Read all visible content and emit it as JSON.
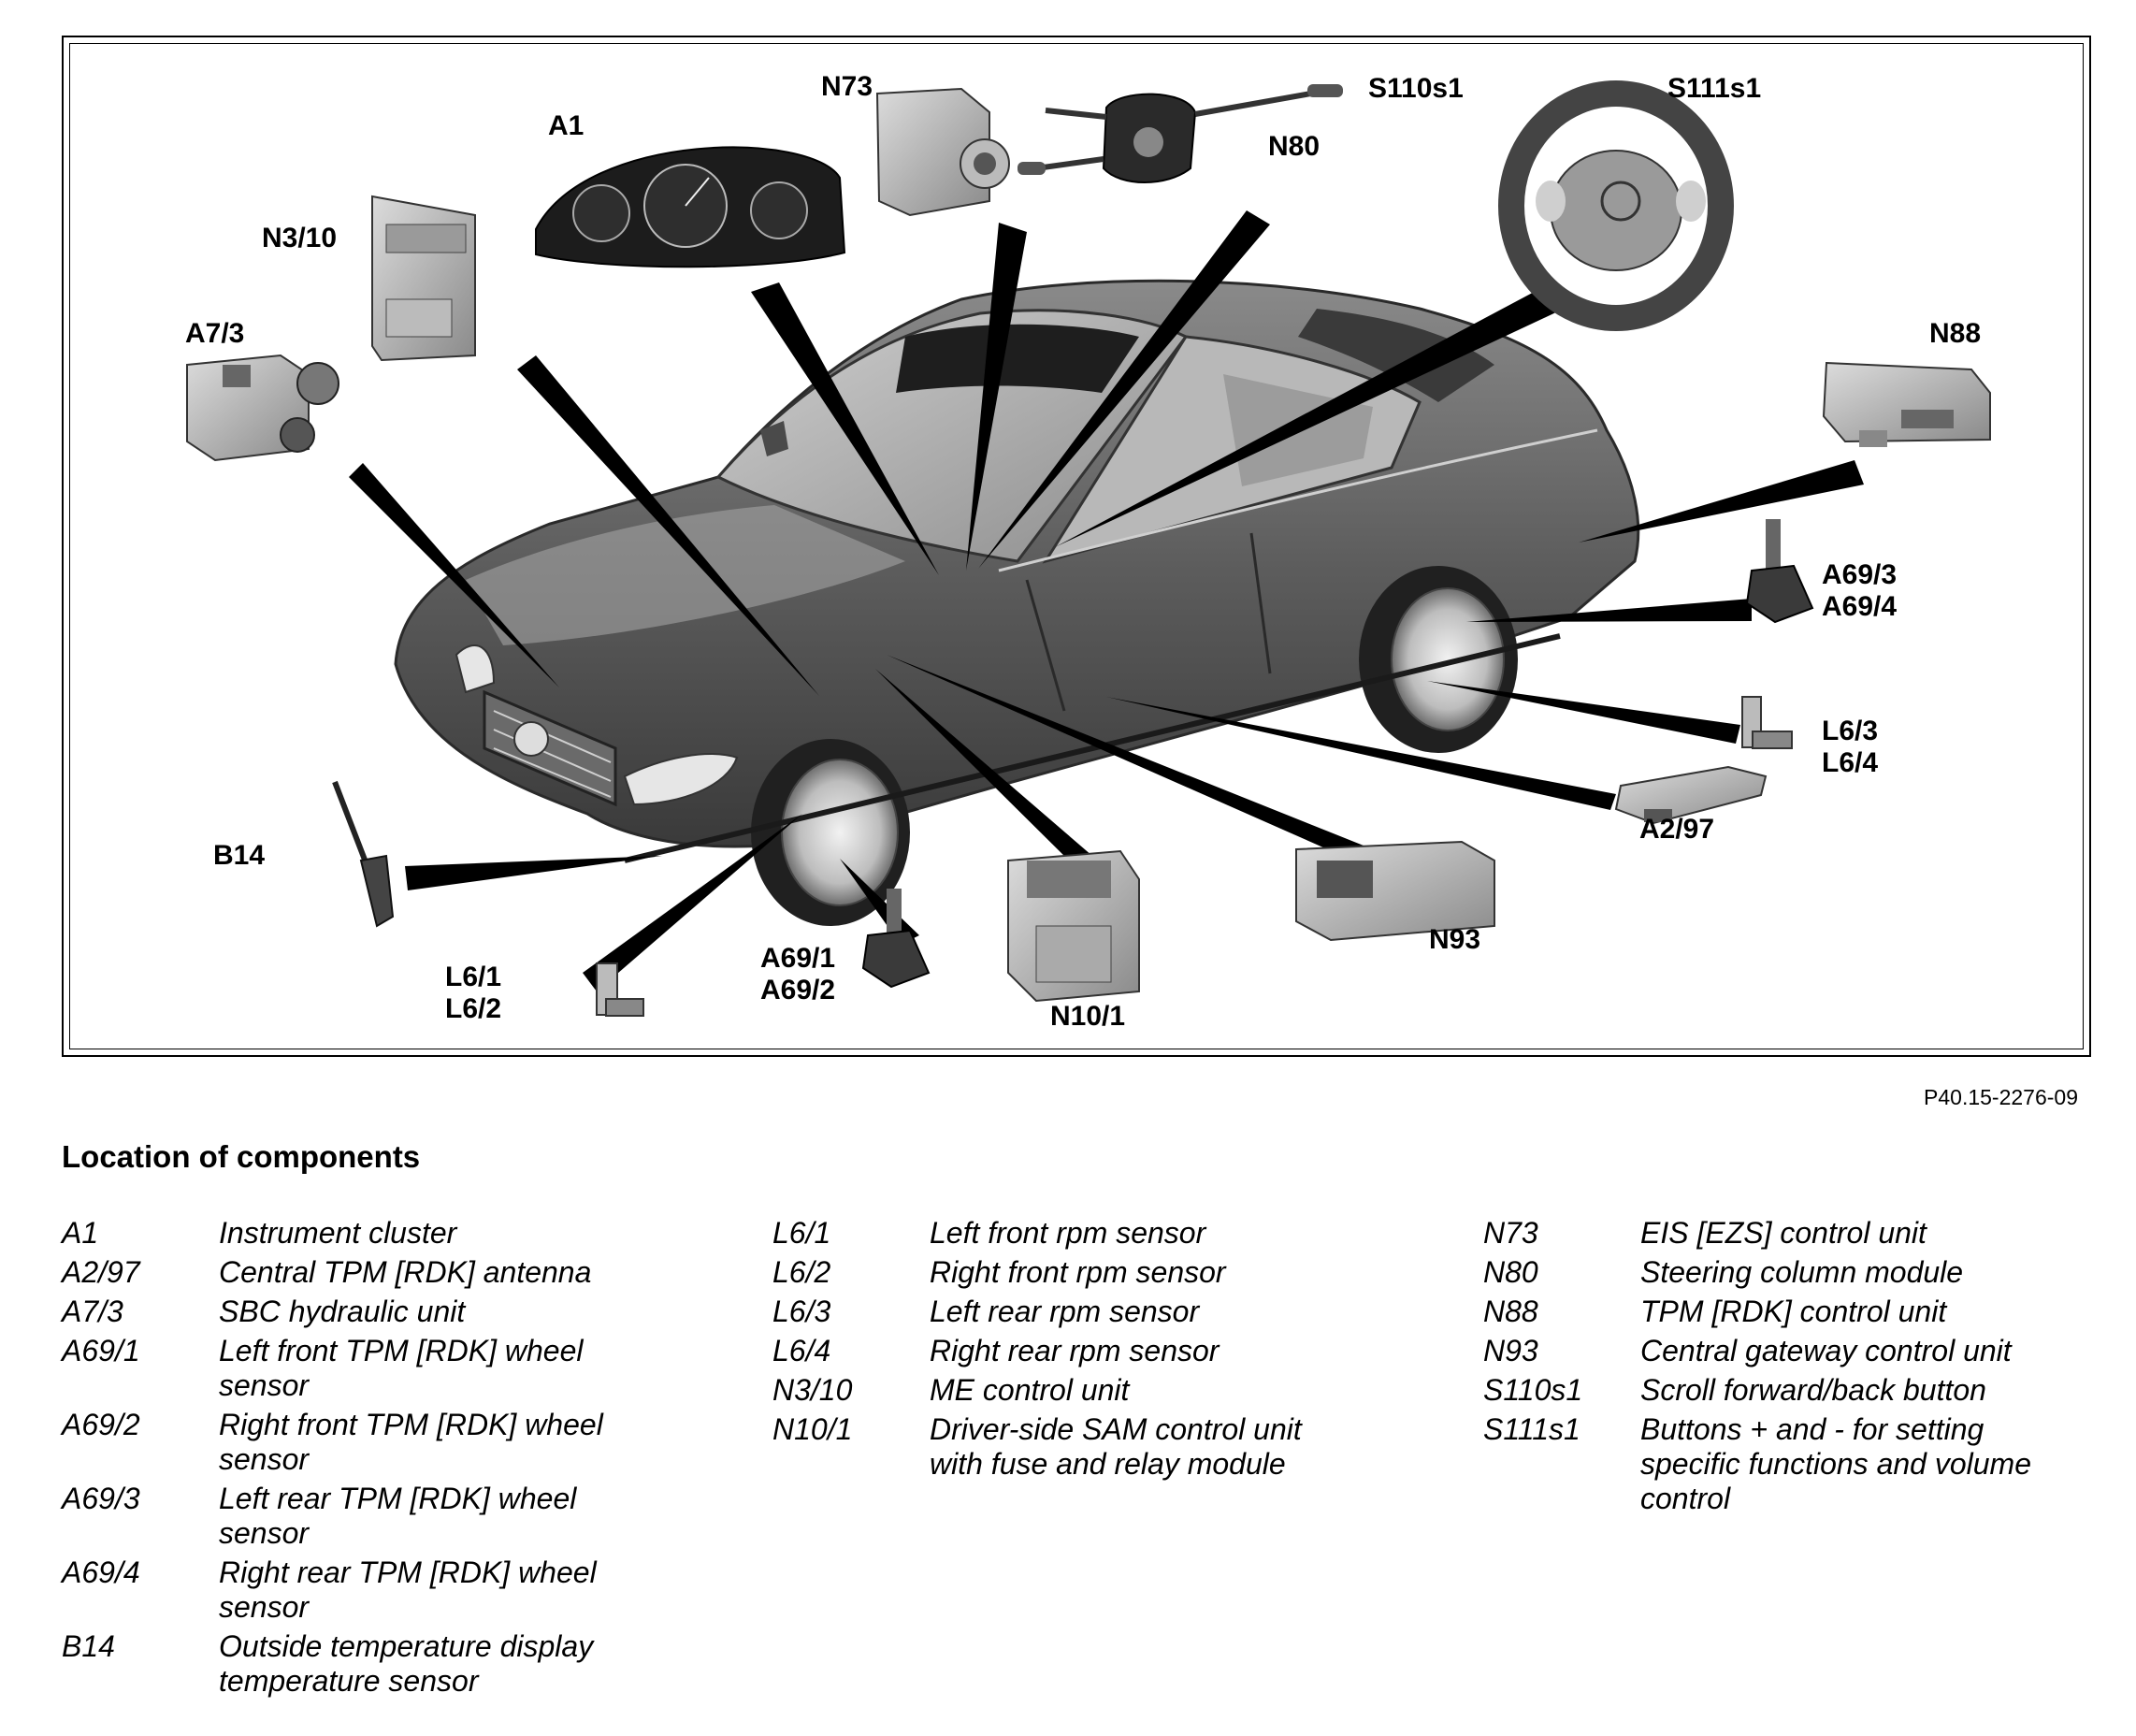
{
  "callouts": {
    "A1": "A1",
    "N73": "N73",
    "S110s1": "S110s1",
    "S111s1": "S111s1",
    "N80": "N80",
    "N3_10": "N3/10",
    "A7_3": "A7/3",
    "N88": "N88",
    "A69_3_4": "A69/3\nA69/4",
    "L6_3_4": "L6/3\nL6/4",
    "A2_97": "A2/97",
    "B14": "B14",
    "N93": "N93",
    "L6_1_2": "L6/1\nL6/2",
    "A69_1_2": "A69/1\nA69/2",
    "N10_1": "N10/1"
  },
  "figure_ref": "P40.15-2276-09",
  "section_title": "Location of components",
  "legend": {
    "col1": [
      {
        "code": "A1",
        "desc": "Instrument cluster"
      },
      {
        "code": "A2/97",
        "desc": "Central TPM [RDK] antenna"
      },
      {
        "code": "A7/3",
        "desc": "SBC hydraulic unit"
      },
      {
        "code": "A69/1",
        "desc": "Left front TPM [RDK] wheel sensor"
      },
      {
        "code": "A69/2",
        "desc": "Right front TPM [RDK] wheel sensor"
      },
      {
        "code": "A69/3",
        "desc": "Left rear TPM [RDK] wheel sensor"
      },
      {
        "code": "A69/4",
        "desc": "Right rear TPM [RDK] wheel sensor"
      },
      {
        "code": "B14",
        "desc": "Outside temperature display temperature sensor"
      }
    ],
    "col2": [
      {
        "code": "L6/1",
        "desc": "Left front rpm sensor"
      },
      {
        "code": "L6/2",
        "desc": "Right front rpm sensor"
      },
      {
        "code": "L6/3",
        "desc": "Left rear rpm sensor"
      },
      {
        "code": "L6/4",
        "desc": "Right rear rpm sensor"
      },
      {
        "code": "N3/10",
        "desc": "ME control unit"
      },
      {
        "code": "N10/1",
        "desc": "Driver-side SAM control unit with fuse and relay module"
      }
    ],
    "col3": [
      {
        "code": "N73",
        "desc": "EIS [EZS] control unit"
      },
      {
        "code": "N80",
        "desc": "Steering column module"
      },
      {
        "code": "N88",
        "desc": "TPM [RDK] control unit"
      },
      {
        "code": "N93",
        "desc": "Central gateway control unit"
      },
      {
        "code": "S110s1",
        "desc": "Scroll forward/back button"
      },
      {
        "code": "S111s1",
        "desc": "Buttons + and - for setting specific functions and volume control"
      }
    ]
  }
}
